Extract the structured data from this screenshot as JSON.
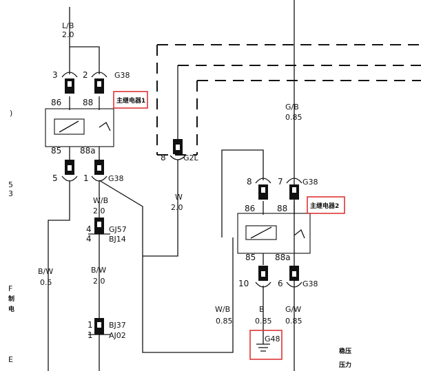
{
  "wires": {
    "lb": "L/B",
    "lb_size": "2.0",
    "gb": "G/B",
    "gb_size": "0.85",
    "wb1": "W/B",
    "wb1_size": "2.0",
    "w": "W",
    "w_size": "2.0",
    "bw1": "B/W",
    "bw1_size": "0.5",
    "bw2": "B/W",
    "bw2_size": "2.0",
    "wb2": "W/B",
    "wb2_size": "0.85",
    "b": "B",
    "b_size": "0.85",
    "gw": "G/W",
    "gw_size": "0.85"
  },
  "pins": {
    "p3": "3",
    "p2": "2",
    "p86a": "86",
    "p88a": "88",
    "p85a": "85",
    "p88sa": "88a",
    "p5": "5",
    "p1": "1",
    "p8": "8",
    "p7": "7",
    "p86b": "86",
    "p88b": "88",
    "p85b": "85",
    "p88sb": "88a",
    "p10": "10",
    "p6": "6",
    "p4a": "4",
    "p4b": "4",
    "p1a": "1",
    "p1b": "1",
    "p8b": "8"
  },
  "connectors": {
    "g38_top": "G38",
    "g38_mid": "G38",
    "g38_r1": "G38",
    "g38_r2": "G38",
    "gj57": "GJ57",
    "bj14": "BJ14",
    "bj37": "BJ37",
    "aj02": "AJ02",
    "g2l": "G2L",
    "g48": "G48"
  },
  "relays": {
    "relay1": "主继电器1",
    "relay2": "主继电器2"
  },
  "side_text": {
    "edge1": ")",
    "edge2": "5",
    "edge3": "3",
    "edge4": "F",
    "edge5": "制",
    "edge6": "电",
    "edge7": "E",
    "bottom1": "稳压",
    "bottom2": "压力"
  },
  "colors": {
    "highlight": "#d33333",
    "ink": "#111111"
  }
}
